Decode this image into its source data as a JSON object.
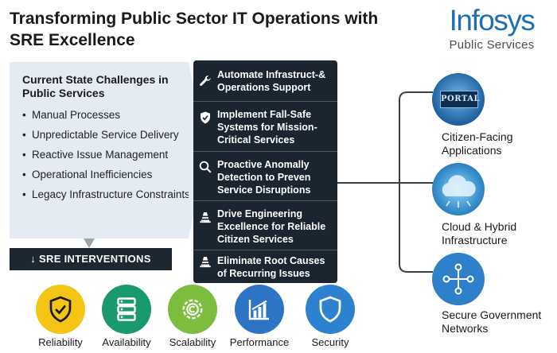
{
  "title_line1": "Transforming Public Sector IT Operations with",
  "title_line2": "SRE Excellence",
  "logo": {
    "main": "Infosys",
    "sub": "Public Services"
  },
  "challenges": {
    "title": "Current State Challenges in Public Services",
    "items": [
      "Manual Processes",
      "Unpredictable Service Delivery",
      "Reactive Issue Management",
      "Operational Inefficiencies",
      "Legacy Infrastructure Constraints"
    ]
  },
  "sre_label": "SRE INTERVENTIONS",
  "interventions": [
    {
      "icon": "wrench-icon",
      "text": "Automate Infrastruct-& Operations Support"
    },
    {
      "icon": "shield-check-icon",
      "text": "Implement Fall-Safe Systems for Mission-Critical Services"
    },
    {
      "icon": "magnifier-icon",
      "text": "Proactive Anomally Detection to Preven Service Disruptions"
    },
    {
      "icon": "cone-icon",
      "text": "Drive Engineering Excellence for Reliable Citizen Services"
    },
    {
      "icon": "cone-icon",
      "text": "Eliminate Root Causes of Recurring Issues"
    }
  ],
  "services": [
    {
      "icon": "portal-icon",
      "badge": "PORTAL",
      "label_line1": "Citizen-Facing",
      "label_line2": "Applications"
    },
    {
      "icon": "cloud-icon",
      "label_line1": "Cloud & Hybrid",
      "label_line2": "Infrastructure"
    },
    {
      "icon": "network-icon",
      "label_line1": "Secure Government",
      "label_line2": "Networks"
    }
  ],
  "pillars": [
    {
      "icon": "shield-check-icon",
      "label": "Reliability",
      "color": "#f4c514"
    },
    {
      "icon": "server-icon",
      "label": "Availability",
      "color": "#1a9a6c"
    },
    {
      "icon": "gear-icon",
      "label": "Scalability",
      "color": "#7cbd3d"
    },
    {
      "icon": "bar-chart-icon",
      "label": "Performance",
      "color": "#2d74c4"
    },
    {
      "icon": "shield-icon",
      "label": "Security",
      "color": "#2d82cf"
    }
  ]
}
